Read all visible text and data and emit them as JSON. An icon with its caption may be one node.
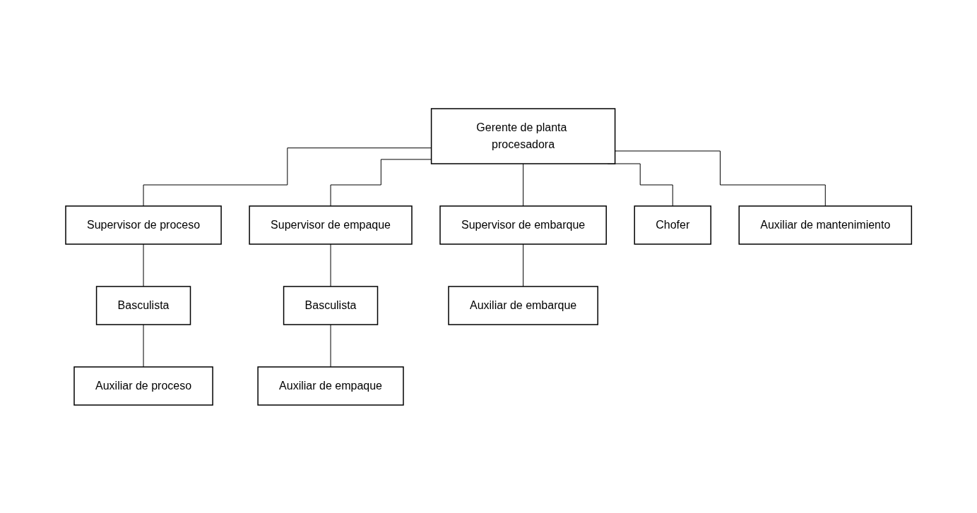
{
  "diagram": {
    "nodes": [
      {
        "text": [
          "Gerente de planta procesadora"
        ]
      },
      {
        "text": [
          "Supervisor de embarque"
        ]
      },
      {
        "text": [
          "Supervisor de proceso"
        ]
      },
      {
        "text": [
          "Supervisor de empaque"
        ]
      },
      {
        "text": [
          "Chofer"
        ]
      },
      {
        "text": [
          "Auxiliar de mantenimiento"
        ]
      },
      {
        "text": [
          "Basculista"
        ]
      },
      {
        "text": [
          "Basculista"
        ]
      },
      {
        "text": [
          "Auxiliar de embarque"
        ]
      },
      {
        "text": [
          "Auxiliar de proceso"
        ]
      },
      {
        "text": [
          "Auxiliar de empaque"
        ]
      }
    ],
    "edges": [
      {
        "from": 0,
        "to": 4,
        "arrow": "none"
      },
      {
        "from": 0,
        "to": 5,
        "arrow": "none"
      },
      {
        "from": 0,
        "to": 1,
        "arrow": "none"
      },
      {
        "from": 0,
        "to": 2,
        "arrow": "none"
      },
      {
        "from": 0,
        "to": 3,
        "arrow": "none"
      },
      {
        "from": 1,
        "to": 8,
        "arrow": "none"
      },
      {
        "from": 2,
        "to": 6,
        "arrow": "none"
      },
      {
        "from": 6,
        "to": 9,
        "arrow": "none"
      },
      {
        "from": 3,
        "to": 7,
        "arrow": "none"
      },
      {
        "from": 7,
        "to": 10,
        "arrow": "none"
      }
    ]
  }
}
